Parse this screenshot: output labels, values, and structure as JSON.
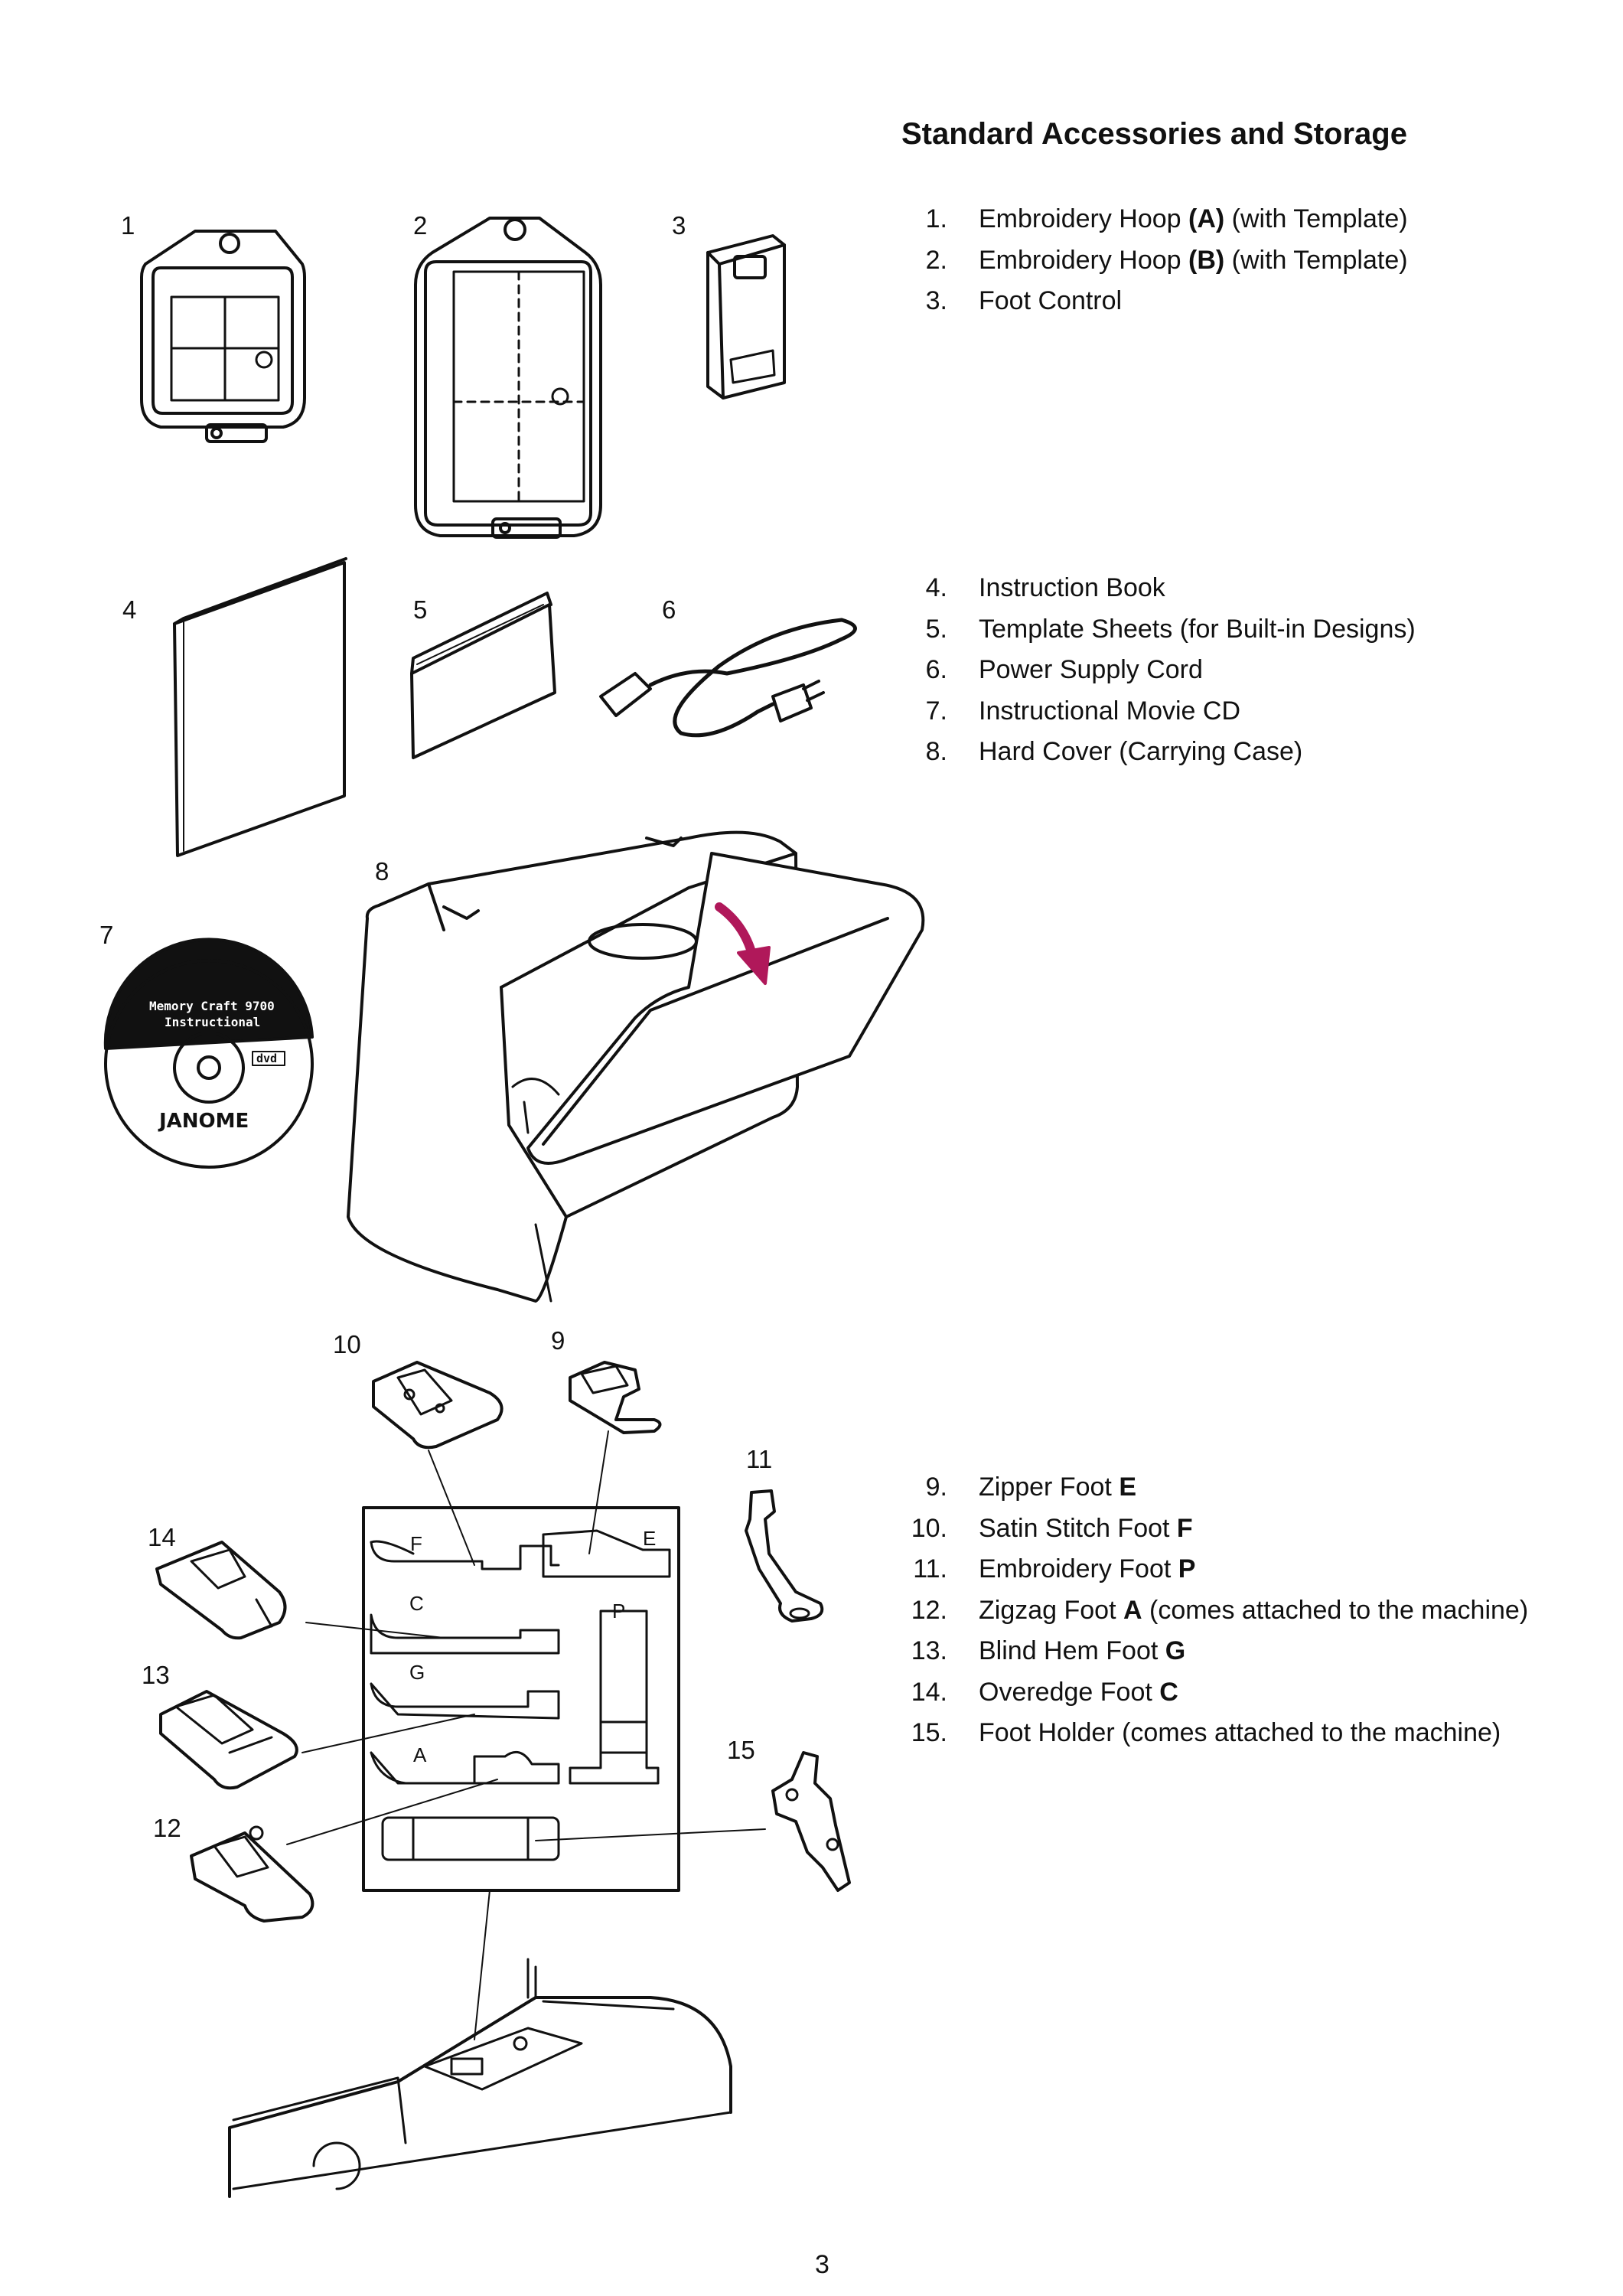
{
  "title": "Standard Accessories and Storage",
  "page_number": "3",
  "groups": [
    {
      "items": [
        {
          "num": "1.",
          "pre": "Embroidery Hoop ",
          "bold": "(A)",
          "post": " (with Template)"
        },
        {
          "num": "2.",
          "pre": "Embroidery Hoop ",
          "bold": "(B)",
          "post": " (with Template)"
        },
        {
          "num": "3.",
          "pre": "Foot Control",
          "bold": "",
          "post": ""
        }
      ]
    },
    {
      "items": [
        {
          "num": "4.",
          "pre": "Instruction Book",
          "bold": "",
          "post": ""
        },
        {
          "num": "5.",
          "pre": "Template Sheets (for Built-in Designs)",
          "bold": "",
          "post": ""
        },
        {
          "num": "6.",
          "pre": "Power Supply Cord",
          "bold": "",
          "post": ""
        },
        {
          "num": "7.",
          "pre": "Instructional Movie CD",
          "bold": "",
          "post": ""
        },
        {
          "num": "8.",
          "pre": "Hard Cover (Carrying Case)",
          "bold": "",
          "post": ""
        }
      ]
    },
    {
      "items": [
        {
          "num": "9.",
          "pre": "Zipper Foot ",
          "bold": "E",
          "post": ""
        },
        {
          "num": "10.",
          "pre": "Satin Stitch Foot ",
          "bold": "F",
          "post": ""
        },
        {
          "num": "11.",
          "pre": "Embroidery Foot ",
          "bold": "P",
          "post": ""
        },
        {
          "num": "12.",
          "pre": "Zigzag Foot ",
          "bold": "A",
          "post": " (comes attached to the machine)"
        },
        {
          "num": "13.",
          "pre": "Blind Hem Foot ",
          "bold": "G",
          "post": ""
        },
        {
          "num": "14.",
          "pre": "Overedge Foot ",
          "bold": "C",
          "post": ""
        },
        {
          "num": "15.",
          "pre": "Foot Holder (comes attached to the machine)",
          "bold": "",
          "post": ""
        }
      ]
    }
  ],
  "figure_labels": {
    "l1": "1",
    "l2": "2",
    "l3": "3",
    "l4": "4",
    "l5": "5",
    "l6": "6",
    "l7": "7",
    "l8": "8",
    "l9": "9",
    "l10": "10",
    "l11": "11",
    "l12": "12",
    "l13": "13",
    "l14": "14",
    "l15": "15"
  },
  "storage_box_letters": {
    "f": "F",
    "e": "E",
    "c": "C",
    "p": "P",
    "g": "G",
    "a": "A"
  },
  "cd": {
    "line1": "Memory Craft 9700",
    "line2": "Instructional",
    "brand": "JANOME",
    "logo": "dvd"
  },
  "colors": {
    "arrow": "#b0185a",
    "ink": "#111111"
  }
}
